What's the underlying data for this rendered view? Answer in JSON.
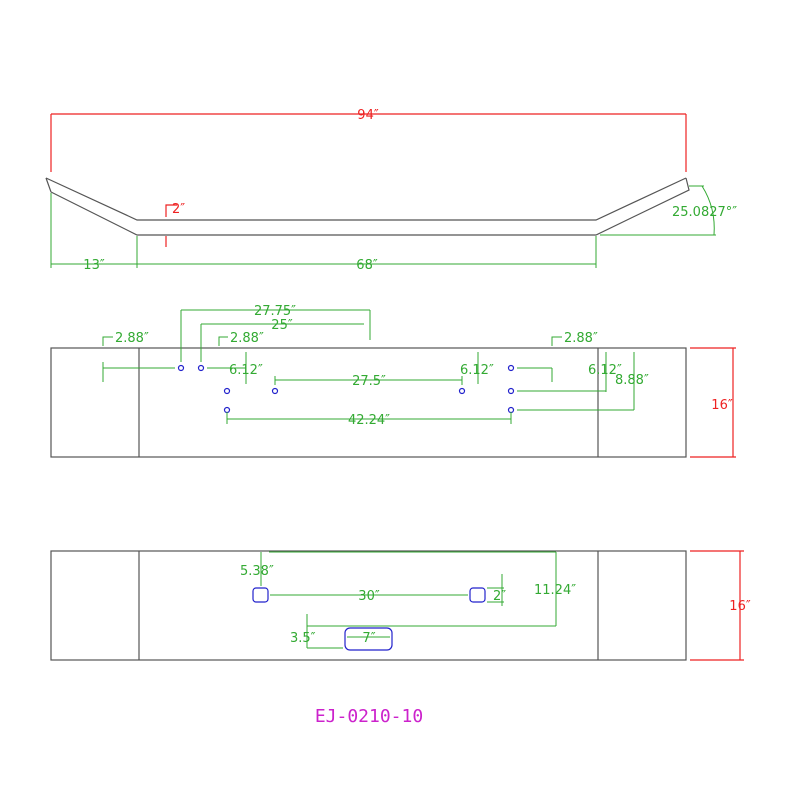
{
  "colors": {
    "outline": "#555555",
    "dimension_green": "#33aa33",
    "dimension_red": "#ee2222",
    "holes": "#2222cc",
    "part_number": "#cc22cc"
  },
  "top_view": {
    "overall_width": "94″",
    "drop": "2″",
    "end_length": "13″",
    "center_length": "68″",
    "wing_length": "25.0827°″"
  },
  "front_view": {
    "holes_span_outer": "27.75″",
    "holes_span_inner": "25″",
    "left_offset": "2.88″",
    "left_inner_offset": "2.88″",
    "right_offset": "2.88″",
    "left_vertical": "6.12″",
    "center_vertical": "6.12″",
    "right_vertical": "6.12″",
    "center_span": "27.5″",
    "right_height": "8.88″",
    "bottom_span": "42.24″",
    "height": "16″"
  },
  "rear_view": {
    "slot_height": "5.38″",
    "slot_spacing": "30″",
    "small_slot": "2″",
    "right_height": "11.24″",
    "lower_offset": "3.5″",
    "wide_slot": "7″",
    "height": "16″"
  },
  "part_number": "EJ-0210-10"
}
